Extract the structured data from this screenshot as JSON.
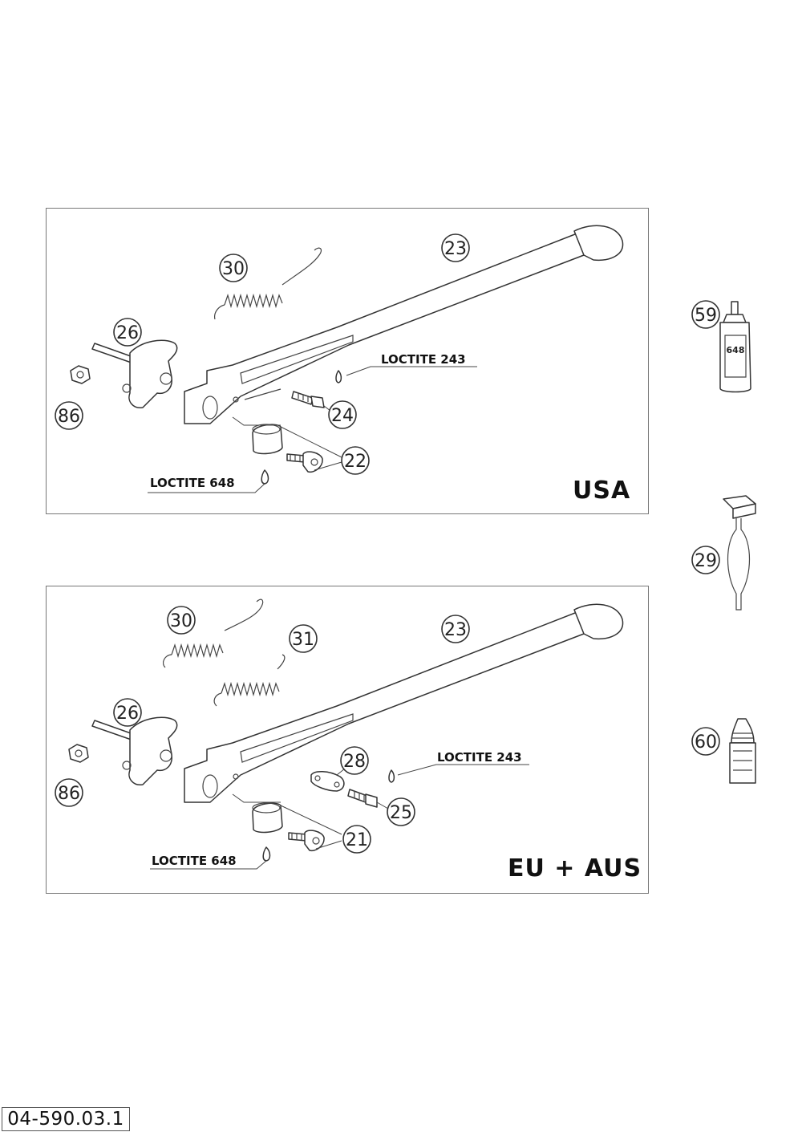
{
  "document_code": "04-590.03.1",
  "panels": {
    "usa": {
      "region": "USA",
      "loctite_a": "LOCTITE 243",
      "loctite_b": "LOCTITE 648",
      "callouts": [
        "30",
        "23",
        "26",
        "86",
        "24",
        "22"
      ]
    },
    "eu": {
      "region": "EU + AUS",
      "loctite_a": "LOCTITE 243",
      "loctite_b": "LOCTITE 648",
      "callouts": [
        "30",
        "31",
        "23",
        "26",
        "86",
        "28",
        "25",
        "21"
      ]
    }
  },
  "accessories": {
    "callouts": [
      "59",
      "29",
      "60"
    ],
    "bottle_label": "648"
  }
}
